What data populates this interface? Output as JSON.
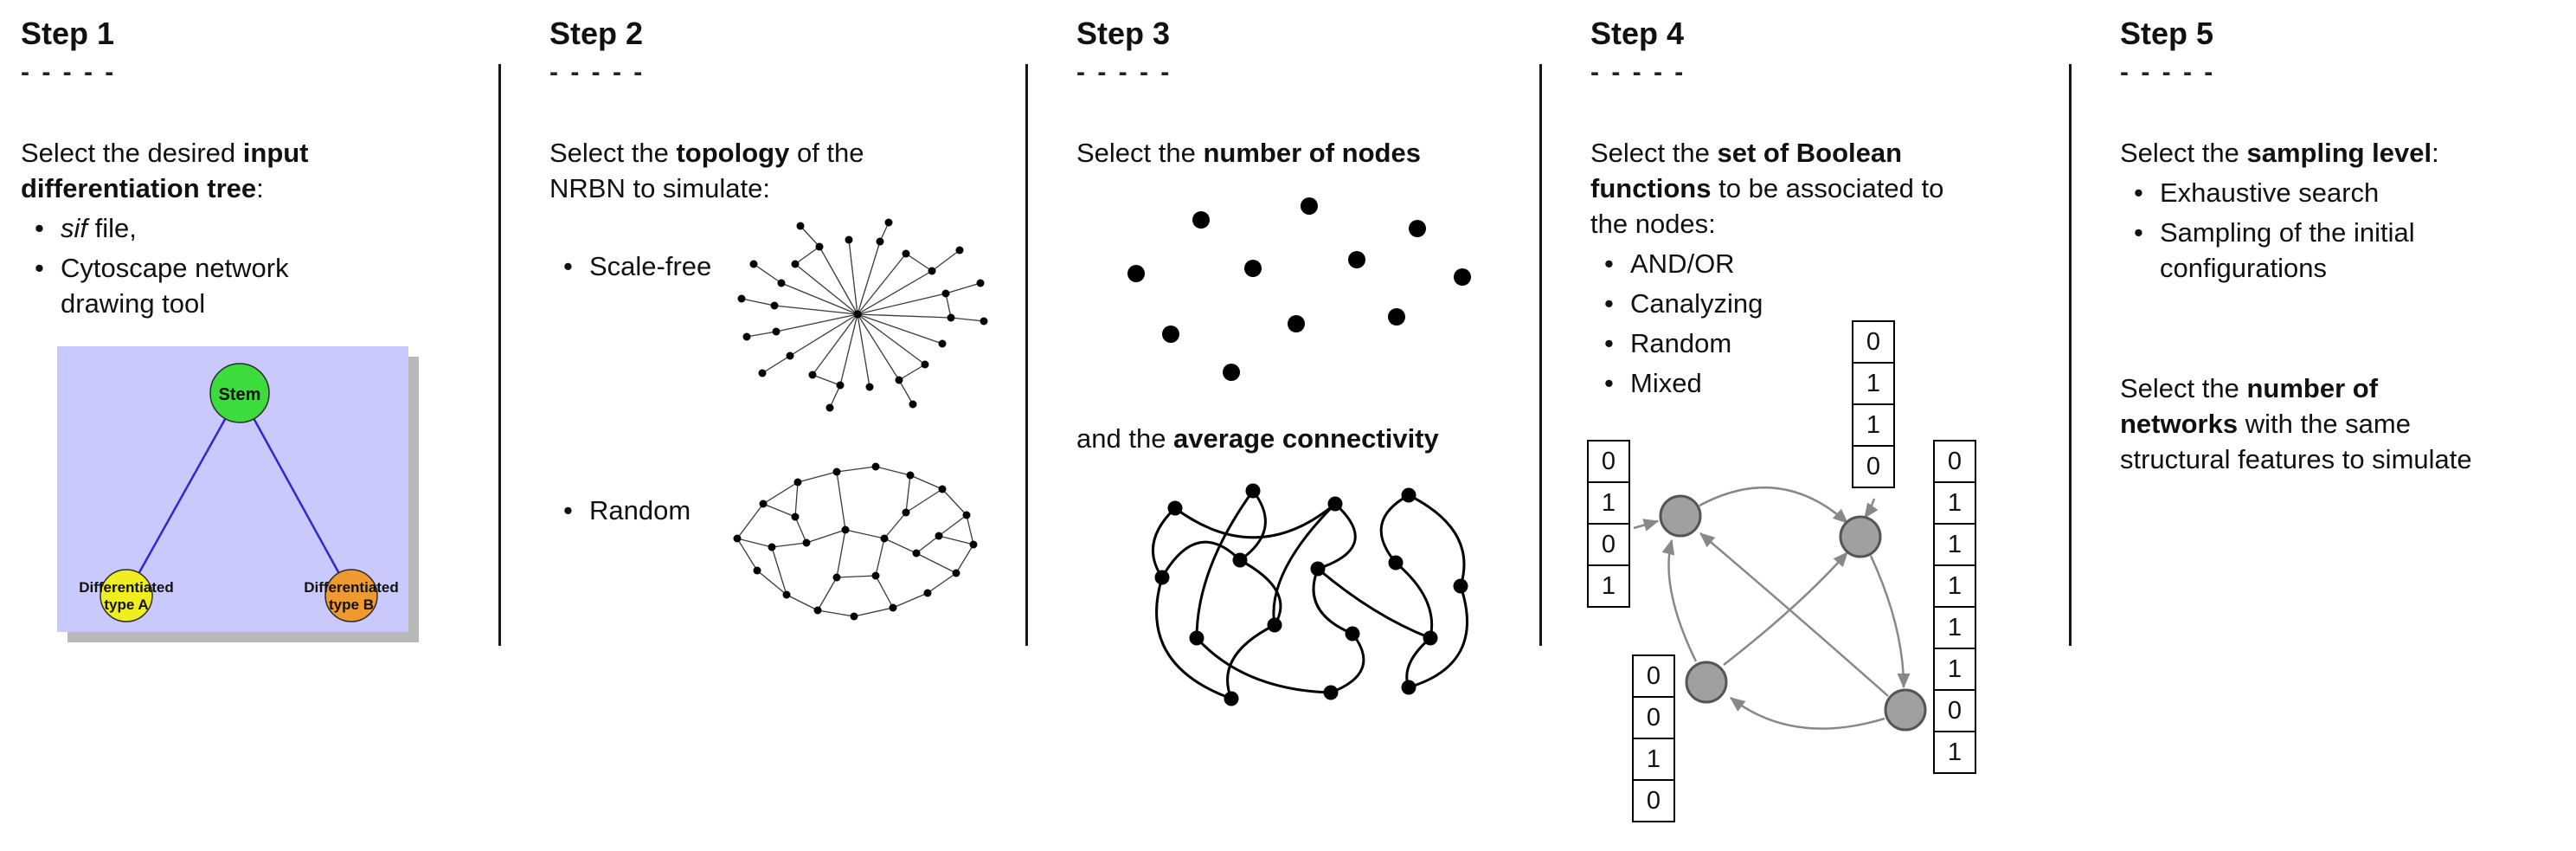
{
  "ui": {
    "bullet_char": "•"
  },
  "steps": [
    {
      "title": "Step 1",
      "dashes": "- - - - -",
      "intro": [
        {
          "t": "Select the desired "
        },
        {
          "t": "input\ndifferentiation tree",
          "b": true
        },
        {
          "t": ":"
        }
      ],
      "bullets": [
        [
          {
            "t": "sif",
            "i": true
          },
          {
            "t": " file,"
          }
        ],
        [
          {
            "t": "Cytoscape network\ndrawing tool"
          }
        ]
      ],
      "tree": {
        "root_label": "Stem",
        "left_label_line1": "Differentiated",
        "left_label_line2": "type A",
        "right_label_line1": "Differentiated",
        "right_label_line2": "type B",
        "background": "#c9c9fd",
        "root_color": "#3bdc3b",
        "left_color": "#f0ee1f",
        "right_color": "#f0992e",
        "edge_color": "#2a2ad0"
      }
    },
    {
      "title": "Step 2",
      "dashes": "- - - - -",
      "intro": [
        {
          "t": "Select the "
        },
        {
          "t": "topology",
          "b": true
        },
        {
          "t": " of the\nNRBN to simulate:"
        }
      ],
      "bullets": [
        [
          {
            "t": "Scale-free"
          }
        ],
        [
          {
            "t": "Random"
          }
        ]
      ]
    },
    {
      "title": "Step 3",
      "dashes": "- - - - -",
      "intro": [
        {
          "t": "Select the "
        },
        {
          "t": "number of nodes",
          "b": true
        }
      ],
      "second": [
        {
          "t": "and the "
        },
        {
          "t": "average connectivity",
          "b": true
        }
      ]
    },
    {
      "title": "Step 4",
      "dashes": "- - - - -",
      "intro": [
        {
          "t": "Select the "
        },
        {
          "t": "set of Boolean\nfunctions",
          "b": true
        },
        {
          "t": " to be associated to\nthe nodes:"
        }
      ],
      "bullets": [
        [
          {
            "t": "AND/OR"
          }
        ],
        [
          {
            "t": "Canalyzing"
          }
        ],
        [
          {
            "t": "Random"
          }
        ],
        [
          {
            "t": "Mixed"
          }
        ]
      ],
      "truth_tables": {
        "top": [
          "0",
          "1",
          "1",
          "0"
        ],
        "left": [
          "0",
          "1",
          "0",
          "1"
        ],
        "bottom_left": [
          "0",
          "0",
          "1",
          "0"
        ],
        "right": [
          "0",
          "1",
          "1",
          "1",
          "1",
          "1",
          "0",
          "1"
        ]
      },
      "node_color": "#a0a0a0",
      "arrow_color": "#888888"
    },
    {
      "title": "Step 5",
      "dashes": "- - - - -",
      "intro": [
        {
          "t": "Select the "
        },
        {
          "t": "sampling level",
          "b": true
        },
        {
          "t": ":"
        }
      ],
      "bullets": [
        [
          {
            "t": "Exhaustive search"
          }
        ],
        [
          {
            "t": "Sampling of the initial\nconfigurations"
          }
        ]
      ],
      "second": [
        {
          "t": "Select the "
        },
        {
          "t": "number of\nnetworks",
          "b": true
        },
        {
          "t": " with the same\nstructural features to simulate"
        }
      ]
    }
  ]
}
